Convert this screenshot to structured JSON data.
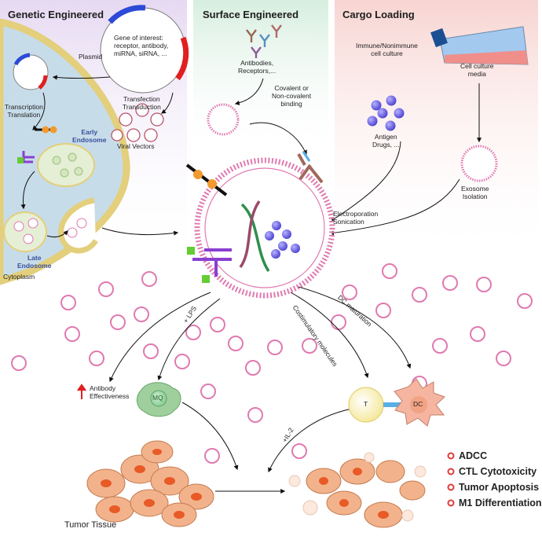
{
  "panels": {
    "genetic": {
      "title": "Genetic Engineered"
    },
    "surface": {
      "title": "Surface Engineered"
    },
    "cargo": {
      "title": "Cargo Loading"
    }
  },
  "labels": {
    "plasmid": "Plasmid",
    "gene_interest": [
      "Gene of interest:",
      "receptor, antibody,",
      "miRNA, siRNA, ..."
    ],
    "transfection": [
      "Transfection",
      "Transduction"
    ],
    "viral_vectors": "Viral Vectors",
    "transcription": [
      "Transcription",
      "Translation"
    ],
    "early_endosome": [
      "Early",
      "Endosome"
    ],
    "late_endosome": [
      "Late",
      "Endosome"
    ],
    "cytoplasm": "Cytoplasm",
    "antibodies": [
      "Antibodies,",
      "Receptors,..."
    ],
    "binding": [
      "Covalent or",
      "Non-covalent",
      "binding"
    ],
    "cell_culture": [
      "Immune/Nonimmune",
      "cell culture"
    ],
    "culture_media": [
      "Cell culture",
      "media"
    ],
    "antigen": [
      "Antigen",
      "Drugs, ..."
    ],
    "exosome_isolation": [
      "Exosome",
      "Isolation"
    ],
    "electroporation": [
      "Electroporation",
      "Sonication"
    ],
    "antibody_effect": [
      "Antibody",
      "Effectiveness"
    ],
    "lps": "+ LPS",
    "costim": "Costimulatory molecules",
    "dc_maturation": "DC maturation",
    "il2": "+IL-2",
    "mq": "MQ",
    "t_cell": "T",
    "dc": "DC",
    "tumor_tissue": "Tumor Tissue"
  },
  "outcomes": [
    "ADCC",
    "CTL Cytotoxicity",
    "Tumor Apoptosis",
    "M1 Differentiation"
  ],
  "colors": {
    "genetic_bg": "#ece3f4",
    "surface_bg": "#e2f1e8",
    "cargo_bg": "#f9e1df",
    "membrane": "#e07ab0",
    "cell_fill": "#c9dde9",
    "cell_edge": "#e2ce7c",
    "tumor": "#f2b38c",
    "nucleus": "#e85a26",
    "bullet": "#e23a3a",
    "purple": "#8a3fd1",
    "green": "#66cc33",
    "orange": "#f29a2e",
    "blue_particle": "#6057dc"
  }
}
